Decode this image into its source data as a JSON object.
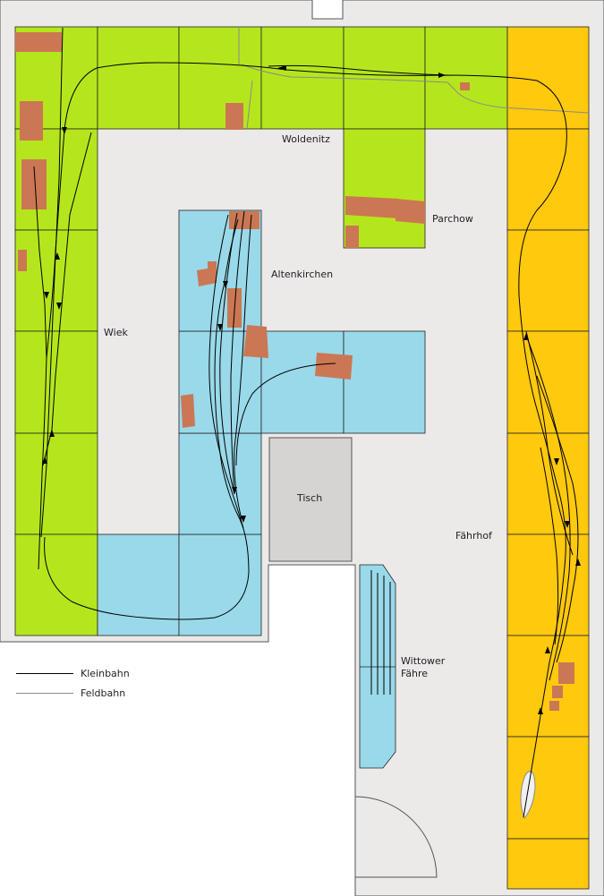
{
  "colors": {
    "room": "#ece9e9",
    "green": "#b5e61d",
    "blue": "#99d9ea",
    "orange": "#ffc90e",
    "house": "#cc7753",
    "table": "#d6d3d3",
    "kleinbahn": "#000000",
    "feldbahn": "#8a8a8a"
  },
  "labels": {
    "woldenitz": "Woldenitz",
    "parchow": "Parchow",
    "altenkirchen": "Altenkirchen",
    "wiek": "Wiek",
    "tisch": "Tisch",
    "faehrhof": "Fährhof",
    "wittower_line1": "Wittower",
    "wittower_line2": "Fähre"
  },
  "legend": {
    "kleinbahn": "Kleinbahn",
    "feldbahn": "Feldbahn"
  }
}
